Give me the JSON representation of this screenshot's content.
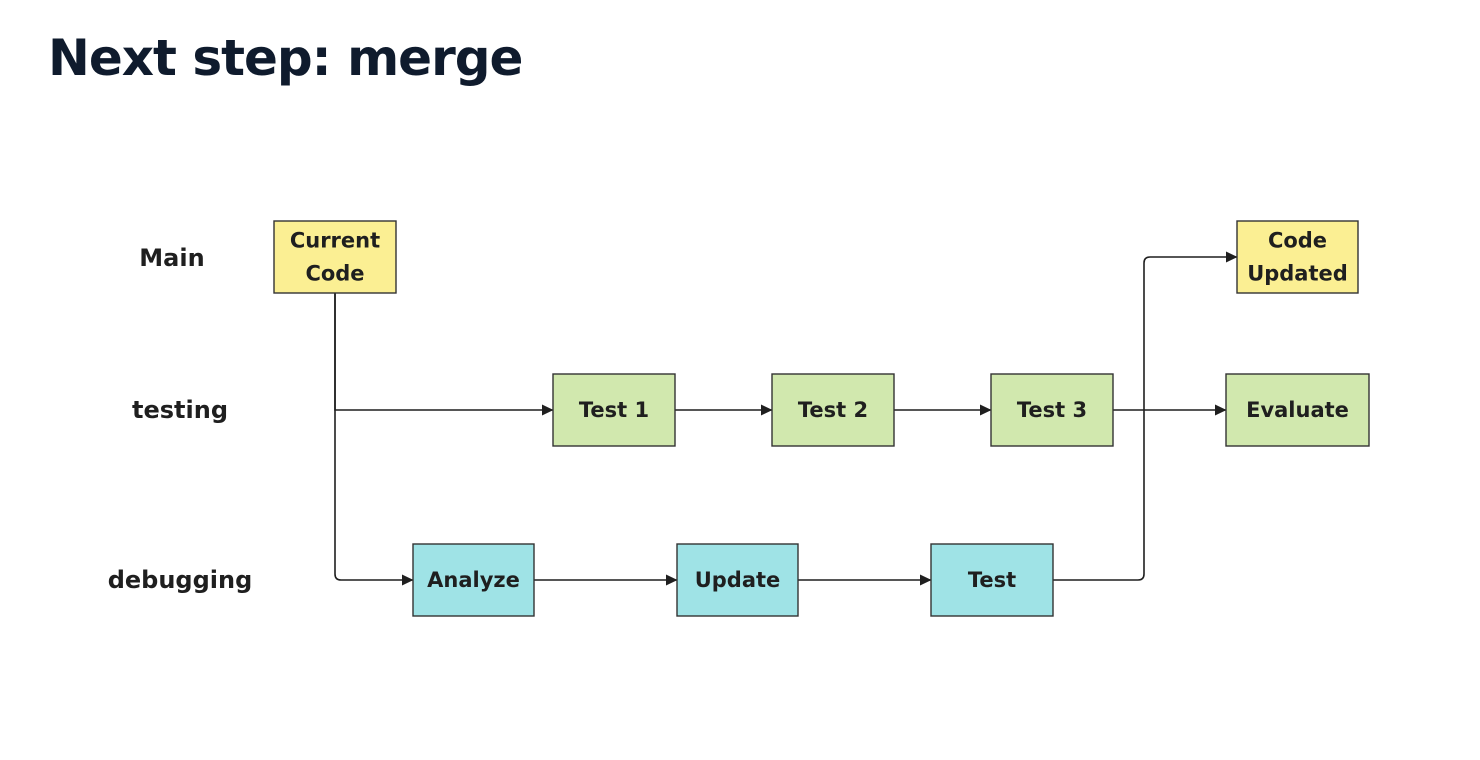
{
  "title": "Next step: merge",
  "colors": {
    "main_fill": "#fbef93",
    "testing_fill": "#d1e8ae",
    "debugging_fill": "#9fe3e6",
    "stroke": "#333333",
    "title": "#0f1b2d"
  },
  "lanes": [
    {
      "id": "main",
      "label": "Main"
    },
    {
      "id": "testing",
      "label": "testing"
    },
    {
      "id": "debugging",
      "label": "debugging"
    }
  ],
  "nodes": [
    {
      "id": "current-code",
      "lane": "main",
      "lines": [
        "Current",
        "Code"
      ]
    },
    {
      "id": "test-1",
      "lane": "testing",
      "lines": [
        "Test 1"
      ]
    },
    {
      "id": "test-2",
      "lane": "testing",
      "lines": [
        "Test 2"
      ]
    },
    {
      "id": "test-3",
      "lane": "testing",
      "lines": [
        "Test 3"
      ]
    },
    {
      "id": "evaluate",
      "lane": "testing",
      "lines": [
        "Evaluate"
      ]
    },
    {
      "id": "analyze",
      "lane": "debugging",
      "lines": [
        "Analyze"
      ]
    },
    {
      "id": "update",
      "lane": "debugging",
      "lines": [
        "Update"
      ]
    },
    {
      "id": "test",
      "lane": "debugging",
      "lines": [
        "Test"
      ]
    },
    {
      "id": "code-updated",
      "lane": "main",
      "lines": [
        "Code",
        "Updated"
      ]
    }
  ],
  "edges": [
    {
      "from": "current-code",
      "to": "test-1"
    },
    {
      "from": "current-code",
      "to": "analyze"
    },
    {
      "from": "test-1",
      "to": "test-2"
    },
    {
      "from": "test-2",
      "to": "test-3"
    },
    {
      "from": "test-3",
      "to": "evaluate"
    },
    {
      "from": "analyze",
      "to": "update"
    },
    {
      "from": "update",
      "to": "test"
    },
    {
      "from": "test",
      "to": "code-updated"
    }
  ]
}
